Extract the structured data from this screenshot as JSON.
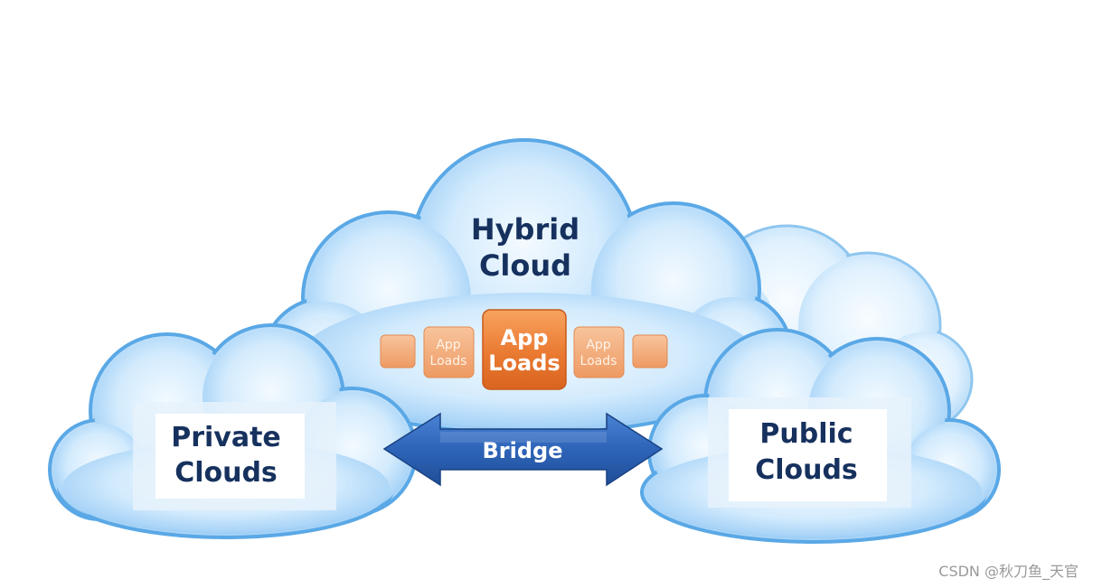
{
  "hybrid": {
    "line1": "Hybrid",
    "line2": "Cloud"
  },
  "private": {
    "line1": "Private",
    "line2": "Clouds"
  },
  "public": {
    "line1": "Public",
    "line2": "Clouds"
  },
  "bridge_label": "Bridge",
  "app_loads": {
    "main": {
      "line1": "App",
      "line2": "Loads"
    },
    "left": {
      "line1": "App",
      "line2": "Loads"
    },
    "right": {
      "line1": "App",
      "line2": "Loads"
    }
  },
  "watermark": "CSDN @秋刀鱼_天官",
  "colors": {
    "cloud_light": "#f2f9ff",
    "cloud_mid": "#bfe1fb",
    "cloud_dark": "#5aa8e6",
    "title_text": "#16315e",
    "app_orange": "#e5732d",
    "app_orange_light": "#f3b183",
    "bridge_blue": "#2d62b6"
  }
}
